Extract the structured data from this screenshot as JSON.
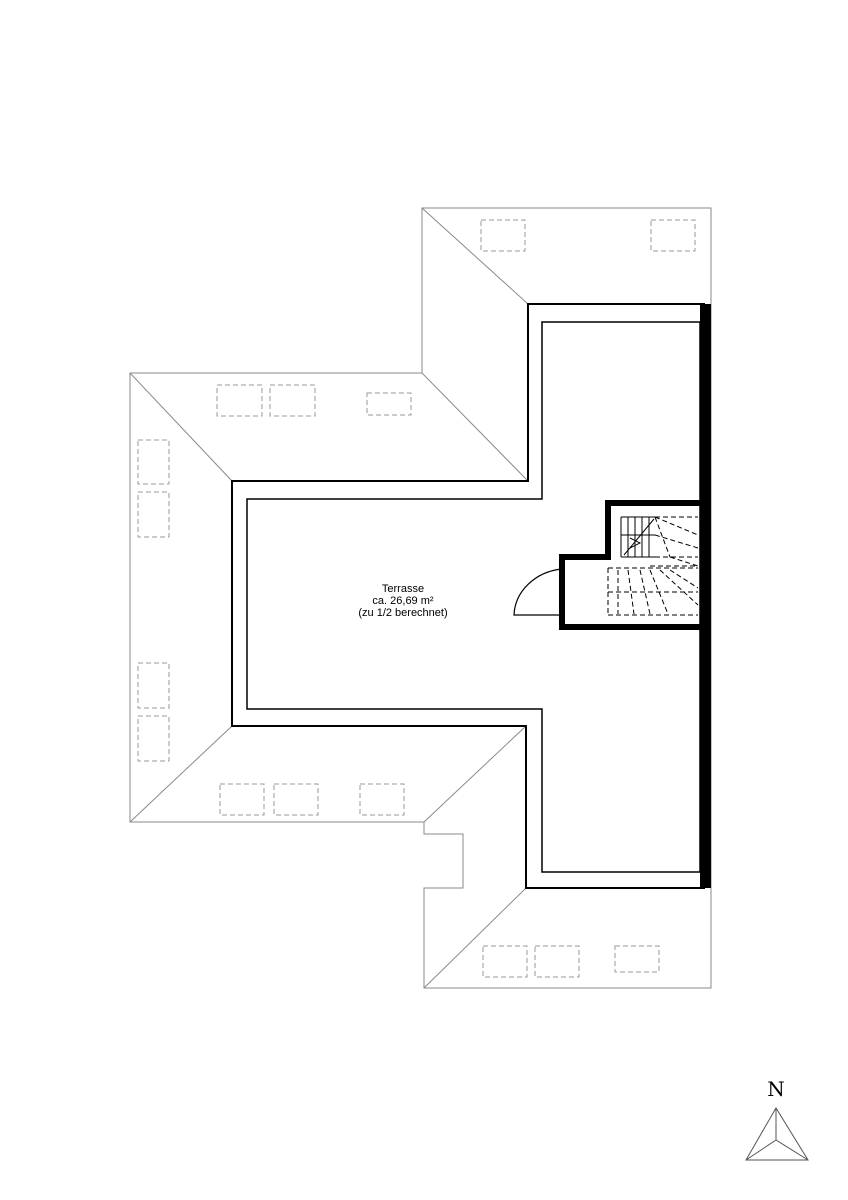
{
  "terrace": {
    "name": "Terrasse",
    "area": "ca. 26,69 m²",
    "note": "(zu 1/2 berechnet)"
  },
  "compass": {
    "letter": "N"
  }
}
